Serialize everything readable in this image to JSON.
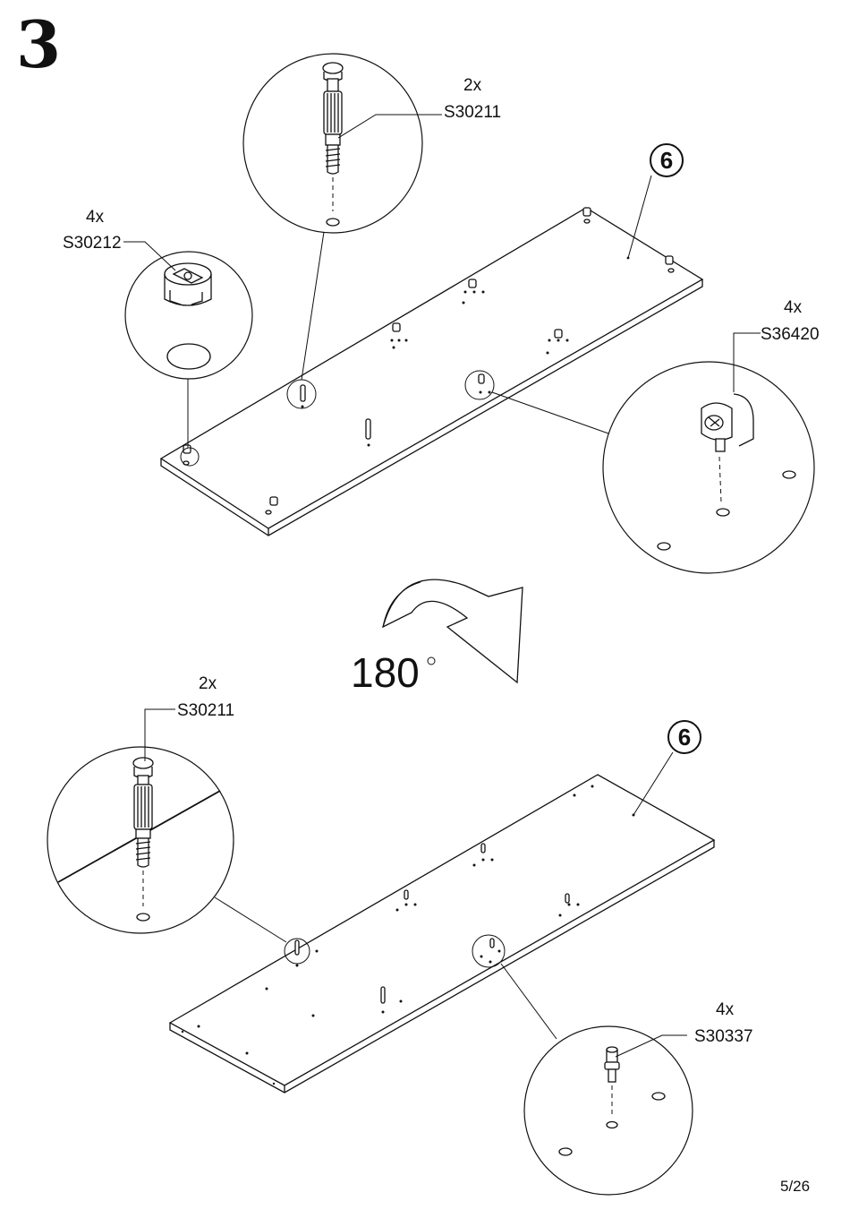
{
  "step": {
    "number": "3"
  },
  "top": {
    "panel_badge": "6",
    "callouts": [
      {
        "qty": "2x",
        "code": "S30211"
      },
      {
        "qty": "4x",
        "code": "S30212"
      },
      {
        "qty": "4x",
        "code": "S36420"
      }
    ]
  },
  "rotation": {
    "value": "180"
  },
  "bottom": {
    "panel_badge": "6",
    "callouts": [
      {
        "qty": "2x",
        "code": "S30211"
      },
      {
        "qty": "4x",
        "code": "S30337"
      }
    ]
  },
  "footer": {
    "page": "5/26"
  }
}
